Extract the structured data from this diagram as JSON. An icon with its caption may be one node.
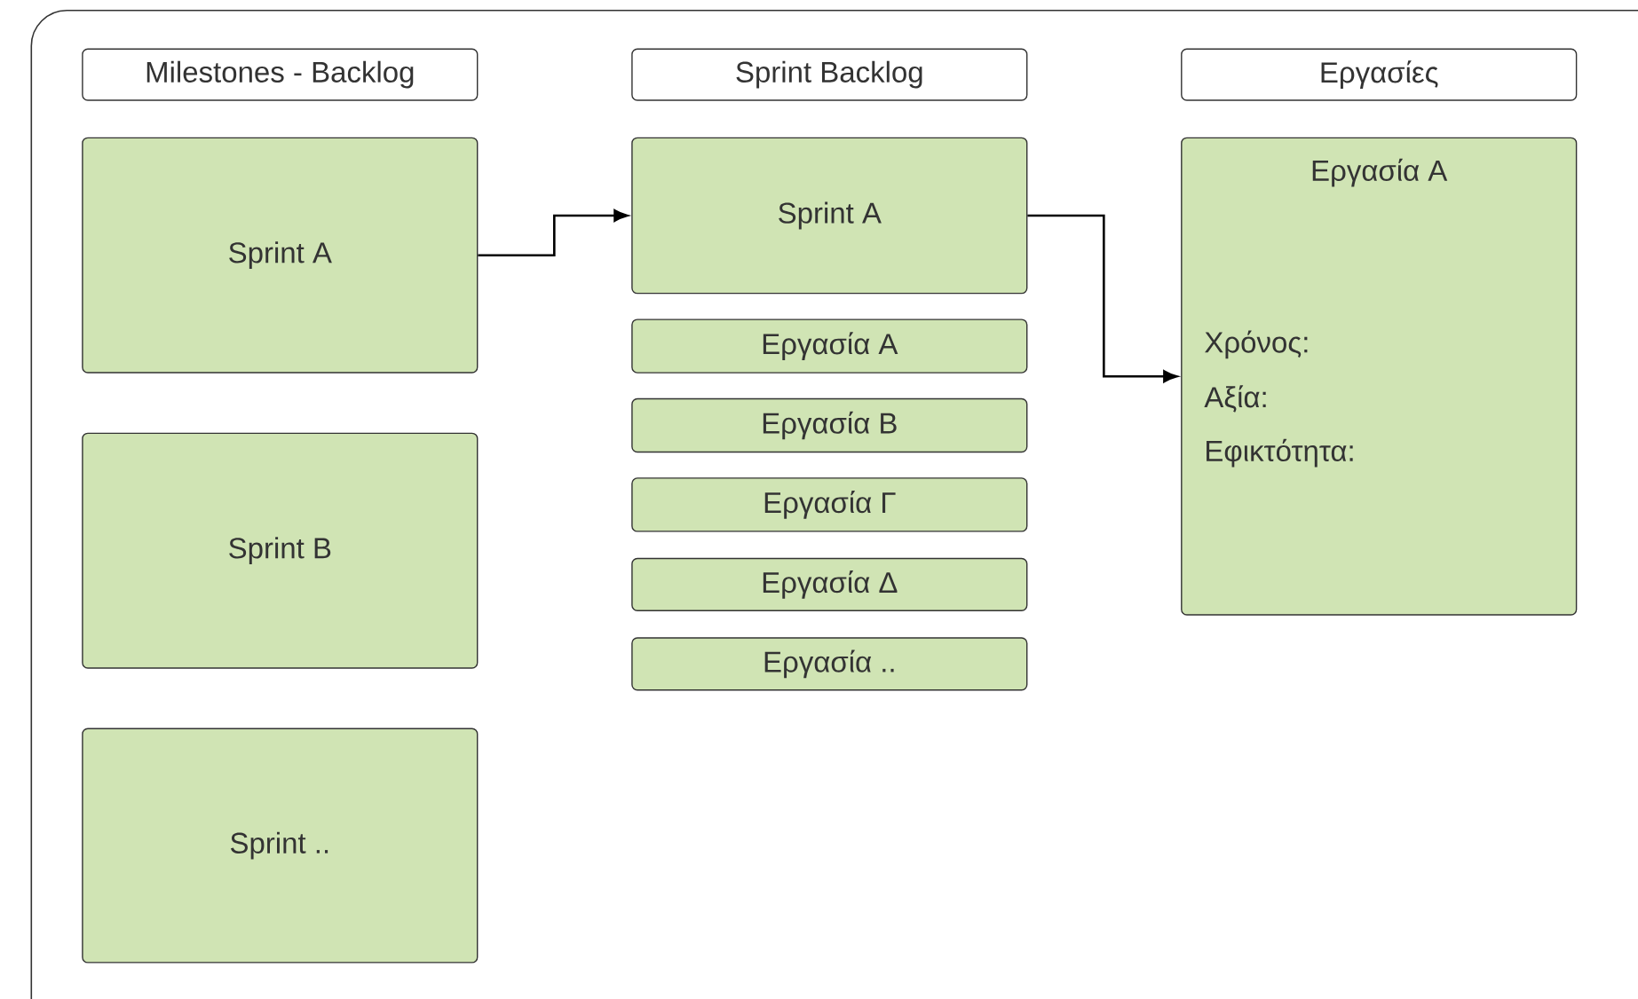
{
  "diagram": {
    "nodes": [
      {
        "text": [
          "Milestones - Backlog"
        ]
      },
      {
        "text": [
          "Sprint Backlog"
        ]
      },
      {
        "text": [
          "Εργασίες"
        ]
      },
      {
        "text": [
          "Sprint A"
        ]
      },
      {
        "text": [
          "Sprint B"
        ]
      },
      {
        "text": [
          "Sprint .."
        ]
      },
      {
        "text": [
          "Sprint A"
        ]
      },
      {
        "text": [
          "Εργασία Α"
        ]
      },
      {
        "text": [
          "Εργασία Β"
        ]
      },
      {
        "text": [
          "Εργασία Γ"
        ]
      },
      {
        "text": [
          "Εργασία Δ"
        ]
      },
      {
        "text": [
          "Εργασία .."
        ]
      },
      {
        "text": [
          "Εργασία Α",
          "Χρόνος:",
          "Αξία:",
          "Εφικτότητα:"
        ]
      }
    ],
    "edges": [
      {
        "from": 3,
        "to": 6,
        "arrow": "to"
      },
      {
        "from": 6,
        "to": 12,
        "arrow": "to"
      }
    ]
  }
}
